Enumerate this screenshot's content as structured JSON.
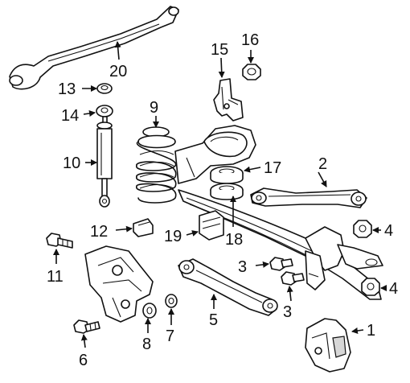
{
  "diagram": {
    "background": "#ffffff",
    "line_color": "#111111",
    "callouts": [
      {
        "id": "c1",
        "label": "1"
      },
      {
        "id": "c2",
        "label": "2"
      },
      {
        "id": "c3a",
        "label": "3"
      },
      {
        "id": "c3b",
        "label": "3"
      },
      {
        "id": "c4a",
        "label": "4"
      },
      {
        "id": "c4b",
        "label": "4"
      },
      {
        "id": "c5",
        "label": "5"
      },
      {
        "id": "c6",
        "label": "6"
      },
      {
        "id": "c7",
        "label": "7"
      },
      {
        "id": "c8",
        "label": "8"
      },
      {
        "id": "c9",
        "label": "9"
      },
      {
        "id": "c10",
        "label": "10"
      },
      {
        "id": "c11",
        "label": "11"
      },
      {
        "id": "c12",
        "label": "12"
      },
      {
        "id": "c13",
        "label": "13"
      },
      {
        "id": "c14",
        "label": "14"
      },
      {
        "id": "c15",
        "label": "15"
      },
      {
        "id": "c16",
        "label": "16"
      },
      {
        "id": "c17",
        "label": "17"
      },
      {
        "id": "c18",
        "label": "18"
      },
      {
        "id": "c19",
        "label": "19"
      },
      {
        "id": "c20",
        "label": "20"
      }
    ]
  }
}
